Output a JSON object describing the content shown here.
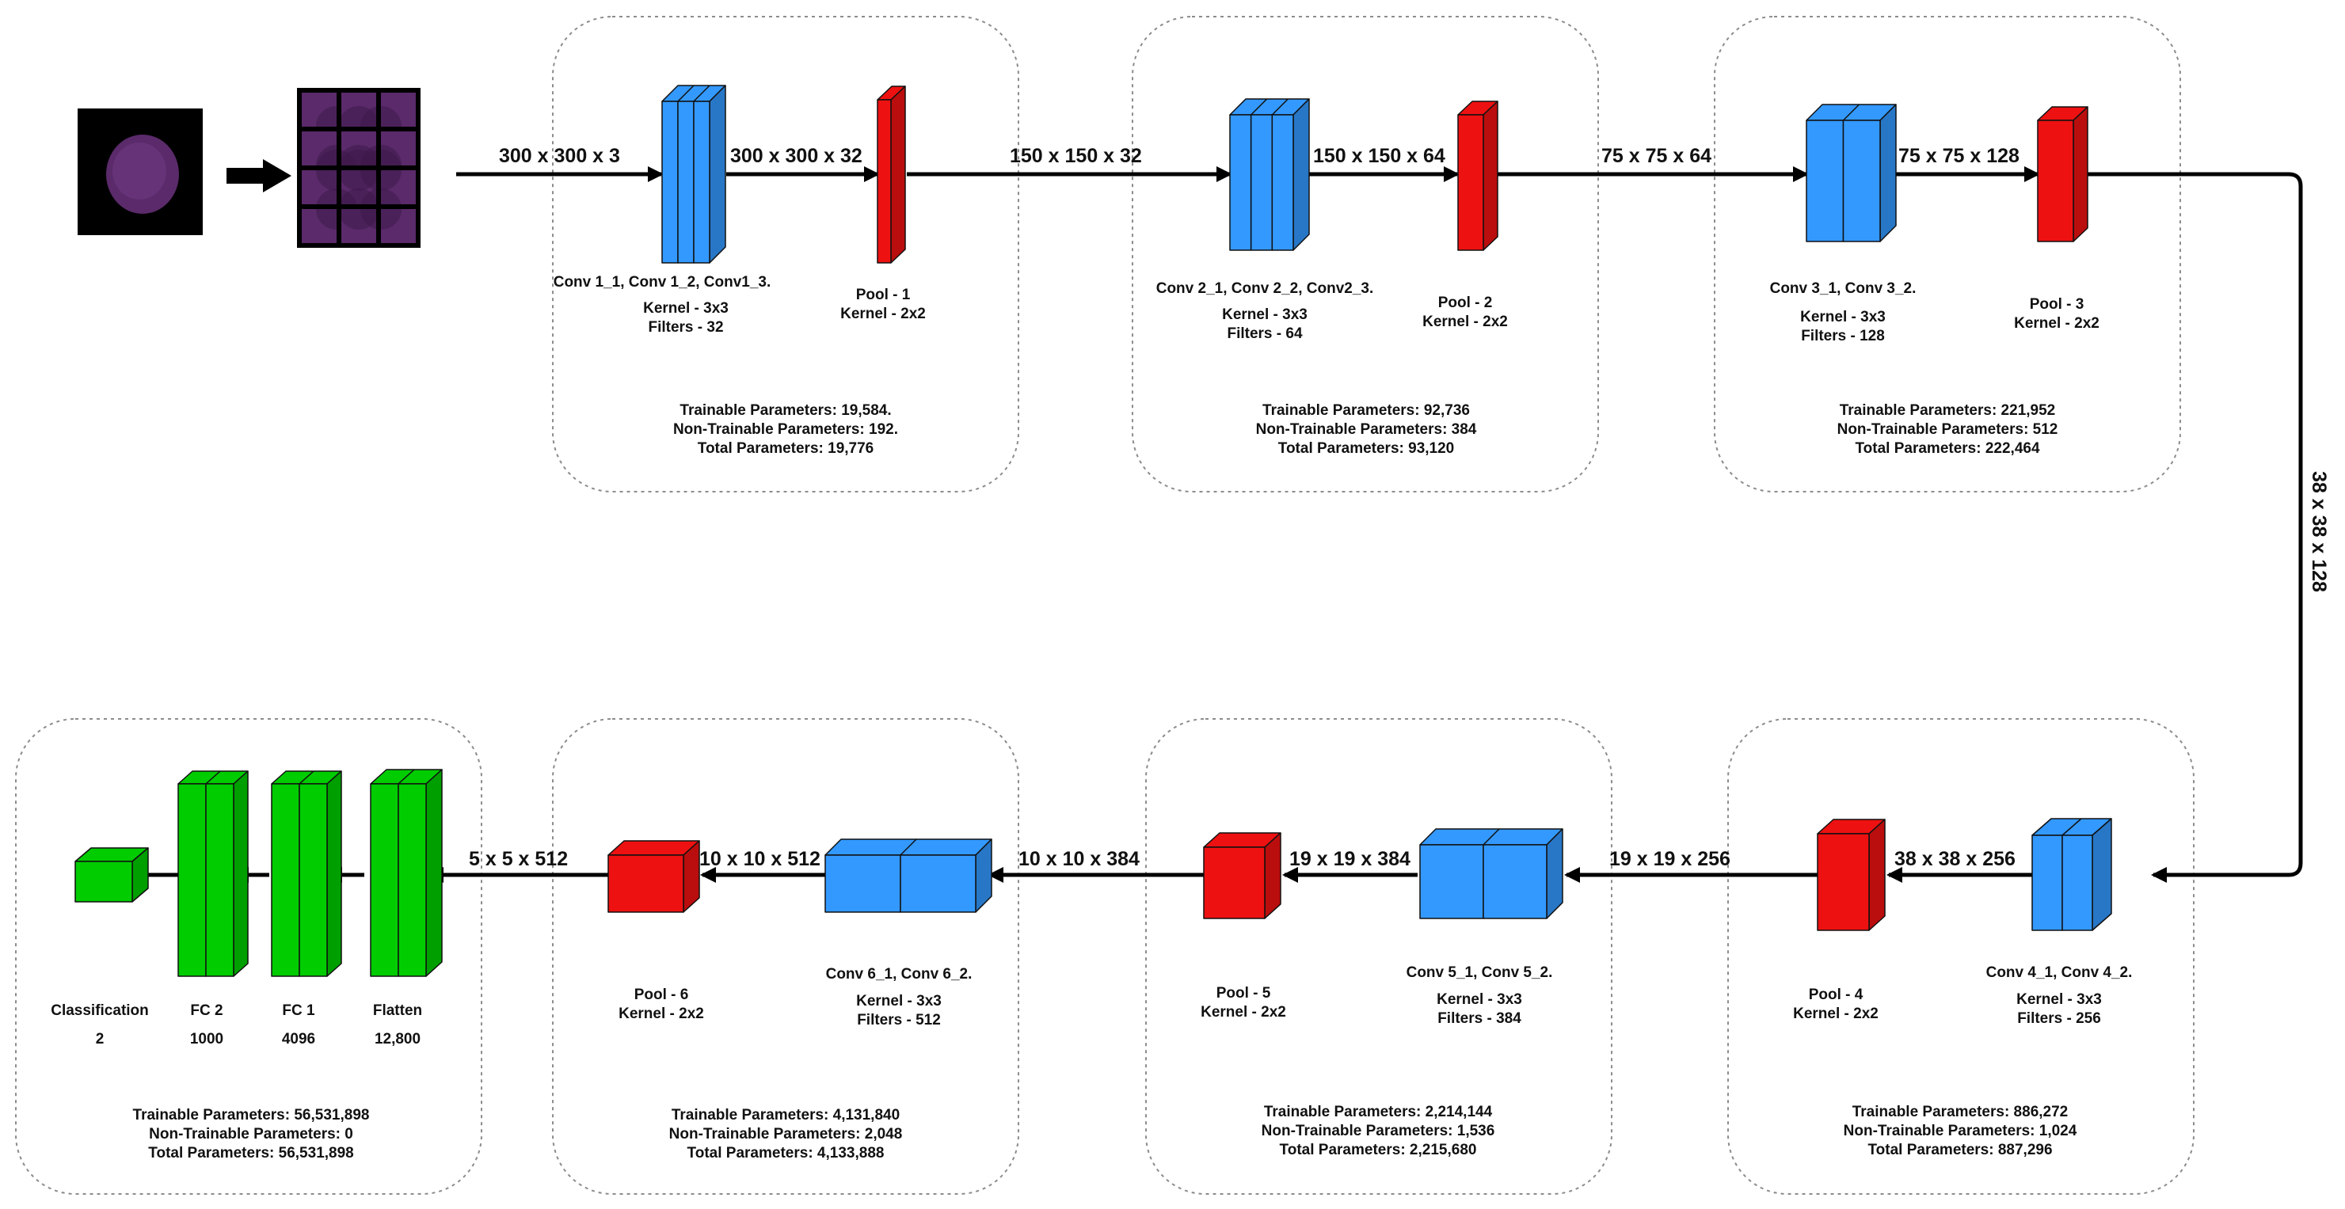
{
  "colors": {
    "conv": "#3399ff",
    "pool": "#ee1111",
    "fc": "#00cc00",
    "cell_tint": "#5a2a6a"
  },
  "input_arrow_icon": "right-arrow-icon",
  "dims": {
    "in": "300 x 300 x 3",
    "conv1": "300 x 300 x 32",
    "pool1": "150 x 150 x 32",
    "conv2": "150 x 150 x 64",
    "pool2": "75 x 75 x 64",
    "conv3": "75 x 75 x 128",
    "pool3": "38 x 38 x 128",
    "conv4": "38 x 38 x 256",
    "pool4": "19 x 19 x 256",
    "conv5": "19 x 19 x 384",
    "pool5": "10 x 10 x 384",
    "conv6": "10 x 10 x 512",
    "pool6": "5 x 5 x 512"
  },
  "blocks": {
    "b1": {
      "conv": "Conv 1_1, Conv 1_2, Conv1_3.",
      "conv_kernel": "Kernel - 3x3",
      "conv_filters": "Filters - 32",
      "pool": "Pool - 1",
      "pool_kernel": "Kernel - 2x2",
      "trainable": "Trainable Parameters: 19,584.",
      "non_trainable": "Non-Trainable Parameters: 192.",
      "total": "Total Parameters: 19,776"
    },
    "b2": {
      "conv": "Conv 2_1, Conv 2_2, Conv2_3.",
      "conv_kernel": "Kernel - 3x3",
      "conv_filters": "Filters - 64",
      "pool": "Pool - 2",
      "pool_kernel": "Kernel - 2x2",
      "trainable": "Trainable Parameters: 92,736",
      "non_trainable": "Non-Trainable Parameters: 384",
      "total": "Total Parameters: 93,120"
    },
    "b3": {
      "conv": "Conv 3_1, Conv 3_2.",
      "conv_kernel": "Kernel - 3x3",
      "conv_filters": "Filters - 128",
      "pool": "Pool - 3",
      "pool_kernel": "Kernel - 2x2",
      "trainable": "Trainable Parameters: 221,952",
      "non_trainable": "Non-Trainable Parameters: 512",
      "total": "Total Parameters: 222,464"
    },
    "b4": {
      "conv": "Conv 4_1, Conv 4_2.",
      "conv_kernel": "Kernel - 3x3",
      "conv_filters": "Filters - 256",
      "pool": "Pool - 4",
      "pool_kernel": "Kernel - 2x2",
      "trainable": "Trainable Parameters: 886,272",
      "non_trainable": "Non-Trainable Parameters: 1,024",
      "total": "Total Parameters: 887,296"
    },
    "b5": {
      "conv": "Conv 5_1, Conv 5_2.",
      "conv_kernel": "Kernel - 3x3",
      "conv_filters": "Filters - 384",
      "pool": "Pool - 5",
      "pool_kernel": "Kernel - 2x2",
      "trainable": "Trainable Parameters: 2,214,144",
      "non_trainable": "Non-Trainable Parameters: 1,536",
      "total": "Total Parameters: 2,215,680"
    },
    "b6": {
      "conv": "Conv 6_1, Conv 6_2.",
      "conv_kernel": "Kernel - 3x3",
      "conv_filters": "Filters - 512",
      "pool": "Pool - 6",
      "pool_kernel": "Kernel - 2x2",
      "trainable": "Trainable Parameters: 4,131,840",
      "non_trainable": "Non-Trainable Parameters: 2,048",
      "total": "Total Parameters: 4,133,888"
    },
    "b7": {
      "classification": "Classification",
      "classification_n": "2",
      "fc2": "FC 2",
      "fc2_n": "1000",
      "fc1": "FC 1",
      "fc1_n": "4096",
      "flatten": "Flatten",
      "flatten_n": "12,800",
      "trainable": "Trainable Parameters: 56,531,898",
      "non_trainable": "Non-Trainable Parameters: 0",
      "total": "Total Parameters: 56,531,898"
    }
  }
}
